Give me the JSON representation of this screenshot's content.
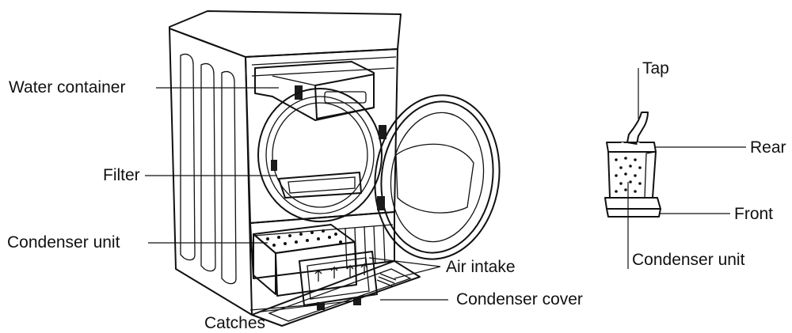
{
  "labels": {
    "water_container": "Water container",
    "filter": "Filter",
    "condenser_unit_left": "Condenser unit",
    "air_intake": "Air intake",
    "condenser_cover": "Condenser cover",
    "catches": "Catches",
    "tap": "Tap",
    "rear": "Rear",
    "front": "Front",
    "condenser_unit_right": "Condenser unit"
  },
  "colors": {
    "ink": "#111111",
    "background": "#ffffff",
    "fill_light": "#e6e6e6",
    "fill_dark": "#1a1a1a"
  }
}
